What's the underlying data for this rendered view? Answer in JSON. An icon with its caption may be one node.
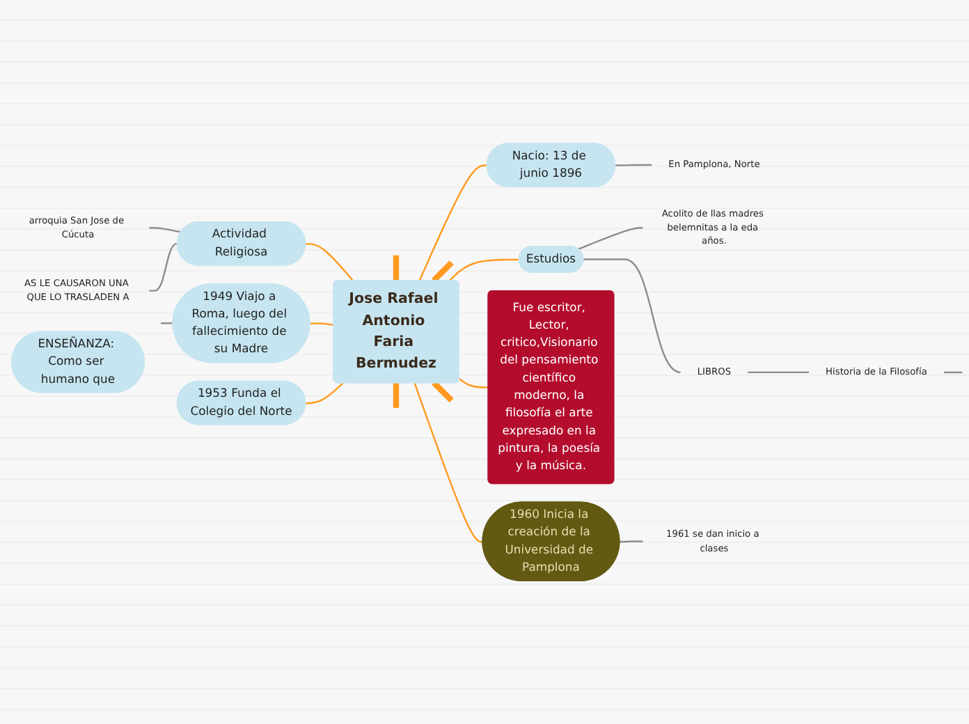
{
  "diagram": {
    "nodes": [
      {
        "text": [
          "Jose Rafael Antonio Faria Bermudez"
        ]
      },
      {
        "text": [
          "Actividad Religiosa"
        ]
      },
      {
        "text": [
          "arroquia San Jose de Cúcuta"
        ]
      },
      {
        "text": [
          "AS LE CAUSARON UNA QUE LO TRASLADEN A"
        ]
      },
      {
        "text": [
          "1949 Viajo a Roma, luego del fallecimiento de su Madre"
        ]
      },
      {
        "text": [
          "1953 Funda el Colegio del Norte"
        ]
      },
      {
        "text": [
          "Nacio: 13 de junio 1896"
        ]
      },
      {
        "text": [
          "En Pamplona, Norte"
        ]
      },
      {
        "text": [
          "Estudios"
        ]
      },
      {
        "text": [
          "Acolito de llas madres belemnitas a la eda años."
        ]
      },
      {
        "text": [
          "LIBROS"
        ]
      },
      {
        "text": [
          "Historia de la Filosofía"
        ]
      },
      {
        "text": [
          "Fue escritor, Lector, critico,Visionario del pensamiento científico moderno, la filosofía el arte expresado en la pintura, la poesía y la música."
        ]
      },
      {
        "text": [
          "1960 Inicia la creación de la Universidad de Pamplona"
        ]
      },
      {
        "text": [
          "1961 se dan inicio a clases"
        ]
      },
      {
        "text": [
          "ENSEÑANZA: Como ser humano que"
        ]
      }
    ],
    "edges": [
      {
        "from": 1,
        "to": 0,
        "arrow": "none"
      },
      {
        "from": 2,
        "to": 1,
        "arrow": "none",
        "color": "#8c8c8c"
      },
      {
        "from": 3,
        "to": 1,
        "arrow": "none",
        "color": "#8c8c8c"
      },
      {
        "from": null,
        "to": 4,
        "arrow": "none",
        "color": "#8c8c8c"
      },
      {
        "from": 4,
        "to": 0,
        "arrow": "none"
      },
      {
        "from": 5,
        "to": 0,
        "arrow": "none"
      },
      {
        "from": 0,
        "to": 6,
        "arrow": "none"
      },
      {
        "from": 6,
        "to": 7,
        "arrow": "none",
        "color": "#8c8c8c"
      },
      {
        "from": 0,
        "to": 8,
        "arrow": "none"
      },
      {
        "from": 8,
        "to": 9,
        "arrow": "none",
        "color": "#8c8c8c"
      },
      {
        "from": 8,
        "to": 10,
        "arrow": "none",
        "color": "#8c8c8c"
      },
      {
        "from": 10,
        "to": 11,
        "arrow": "none",
        "color": "#8c8c8c"
      },
      {
        "from": 11,
        "to": null,
        "arrow": "none",
        "color": "#8c8c8c"
      },
      {
        "from": 0,
        "to": 12,
        "arrow": "none"
      },
      {
        "from": 0,
        "to": 13,
        "arrow": "none"
      },
      {
        "from": 13,
        "to": 14,
        "arrow": "none",
        "color": "#8c8c8c"
      },
      {
        "from": 0,
        "to": null,
        "arrow": "none",
        "style": "thick"
      },
      {
        "from": 0,
        "to": null,
        "arrow": "none",
        "style": "thick"
      },
      {
        "from": 0,
        "to": null,
        "arrow": "none",
        "style": "thick"
      },
      {
        "from": 0,
        "to": null,
        "arrow": "none",
        "style": "thick"
      }
    ]
  }
}
